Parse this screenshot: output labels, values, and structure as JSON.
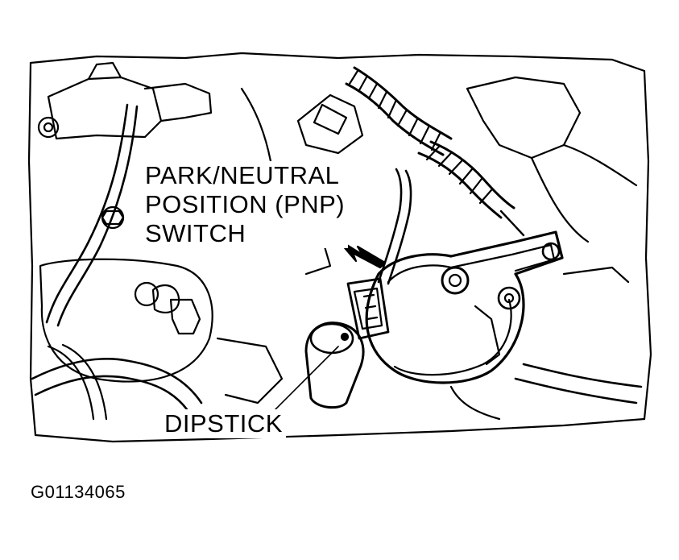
{
  "diagram": {
    "callouts": {
      "pnp_switch": {
        "lines": [
          "PARK/NEUTRAL",
          "POSITION (PNP)",
          "SWITCH"
        ]
      },
      "dipstick": {
        "text": "DIPSTICK"
      }
    },
    "figure_id": "G01134065",
    "colors": {
      "ink": "#000000",
      "paper": "#ffffff"
    }
  }
}
